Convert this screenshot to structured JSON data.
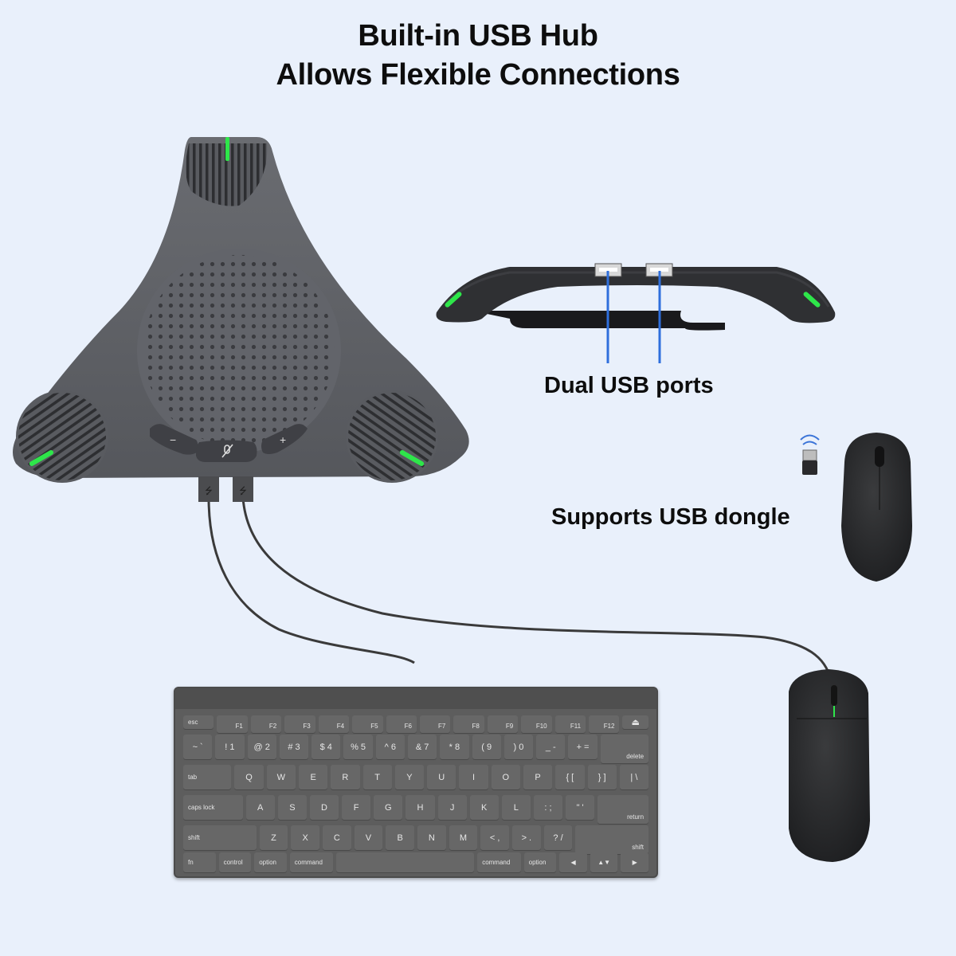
{
  "heading": {
    "line1": "Built-in USB Hub",
    "line2": "Allows Flexible Connections"
  },
  "captions": {
    "dual_ports": "Dual USB ports",
    "dongle": "Supports USB dongle"
  },
  "speaker": {
    "buttons": [
      "−",
      "mic-mute",
      "+"
    ],
    "led_color": "#2ee64a",
    "body_color": "#5f6166"
  },
  "colors": {
    "background": "#e9f0fb",
    "pointer_line": "#2f6fdc",
    "cable": "#3a3a3a"
  },
  "keyboard": {
    "rows": [
      [
        "esc",
        "F1",
        "F2",
        "F3",
        "F4",
        "F5",
        "F6",
        "F7",
        "F8",
        "F9",
        "F10",
        "F11",
        "F12",
        "⏏"
      ],
      [
        "~ `",
        "! 1",
        "@ 2",
        "# 3",
        "$ 4",
        "% 5",
        "^ 6",
        "& 7",
        "* 8",
        "( 9",
        ") 0",
        "_ -",
        "+ =",
        "delete"
      ],
      [
        "tab",
        "Q",
        "W",
        "E",
        "R",
        "T",
        "Y",
        "U",
        "I",
        "O",
        "P",
        "{ [",
        "} ]",
        "| \\"
      ],
      [
        "caps lock",
        "A",
        "S",
        "D",
        "F",
        "G",
        "H",
        "J",
        "K",
        "L",
        ": ;",
        "\" '",
        "return"
      ],
      [
        "shift",
        "Z",
        "X",
        "C",
        "V",
        "B",
        "N",
        "M",
        "< ,",
        "> .",
        "? /",
        "shift"
      ],
      [
        "fn",
        "control",
        "option",
        "command",
        "",
        "command",
        "option",
        "◀",
        "▲▼",
        "▶"
      ]
    ]
  }
}
